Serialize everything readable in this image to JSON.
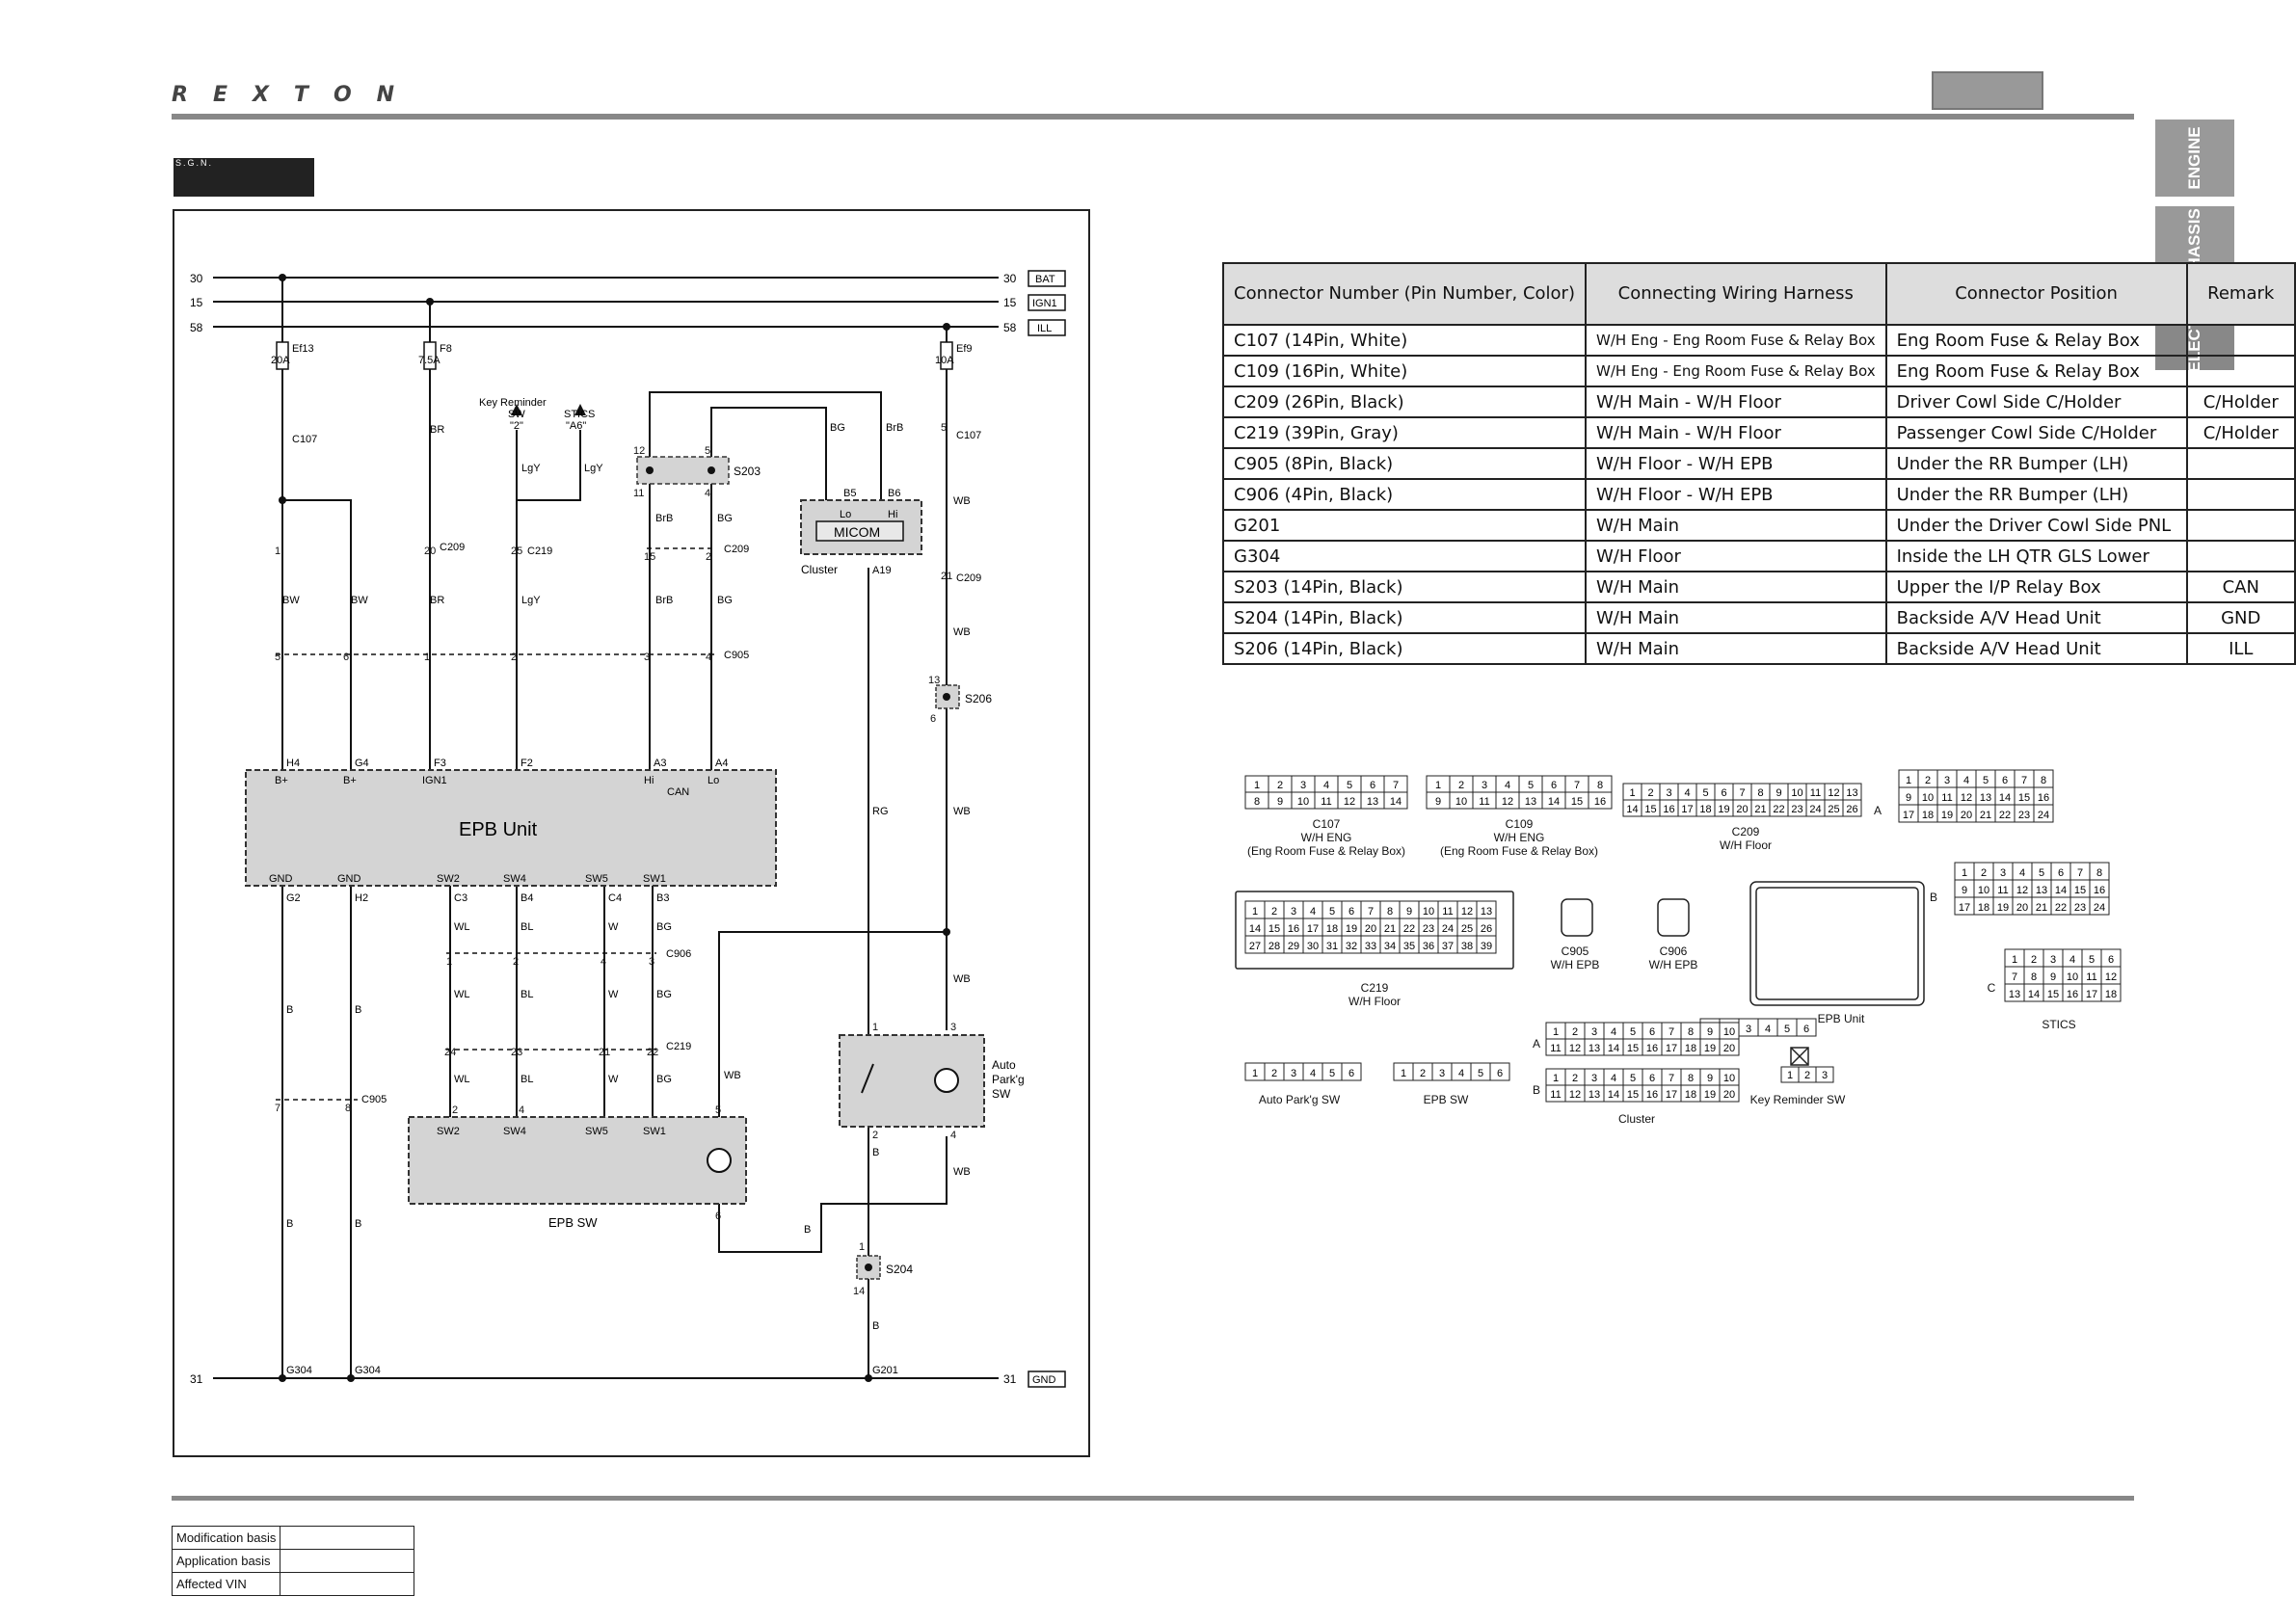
{
  "header": {
    "logo": "REXTON"
  },
  "badge": {
    "label": "S.G.N."
  },
  "side_tabs": [
    {
      "label": "ENGINE"
    },
    {
      "label": "CHASSIS"
    },
    {
      "label": "ELECTRIC"
    }
  ],
  "rails": [
    {
      "num": "30",
      "tag": "BAT"
    },
    {
      "num": "15",
      "tag": "IGN1"
    },
    {
      "num": "58",
      "tag": "ILL"
    },
    {
      "num": "31",
      "tag": "GND"
    }
  ],
  "fuses": {
    "ef13": {
      "name": "Ef13",
      "rating": "20A"
    },
    "f8": {
      "name": "F8",
      "rating": "7.5A"
    },
    "ef9": {
      "name": "Ef9",
      "rating": "10A"
    }
  },
  "components": {
    "key_reminder": {
      "line1": "Key Reminder",
      "line2": "SW",
      "line3": "\"2\""
    },
    "stics": {
      "line1": "STICS",
      "line2": "\"A6\""
    },
    "micom": "MICOM",
    "cluster": "Cluster",
    "epb_unit": "EPB Unit",
    "epb_sw": "EPB SW",
    "auto_park": {
      "line1": "Auto",
      "line2": "Park'g",
      "line3": "SW"
    }
  },
  "splices": {
    "s203": "S203",
    "s206": "S206",
    "s204": "S204"
  },
  "grounds": {
    "g304a": "G304",
    "g304b": "G304",
    "g201": "G201"
  },
  "connectors": {
    "c107": "C107",
    "c109": "C109",
    "c209": "C209",
    "c219": "C219",
    "c905": "C905",
    "c906": "C906"
  },
  "wires": {
    "bw": "BW",
    "br": "BR",
    "lgy": "LgY",
    "brb": "BrB",
    "bg": "BG",
    "wb": "WB",
    "rg": "RG",
    "b": "B",
    "wl": "WL",
    "bl": "BL",
    "w": "W"
  },
  "epb_pins_top": [
    {
      "pin": "H4",
      "name": "B+"
    },
    {
      "pin": "G4",
      "name": "B+"
    },
    {
      "pin": "F3",
      "name": "IGN1"
    },
    {
      "pin": "F2",
      "name": ""
    },
    {
      "pin": "A3",
      "name": "Hi"
    },
    {
      "pin": "A4",
      "name": "Lo"
    }
  ],
  "epb_can": "CAN",
  "epb_pins_bottom": [
    {
      "name": "GND",
      "pin": "G2"
    },
    {
      "name": "GND",
      "pin": "H2"
    },
    {
      "name": "SW2",
      "pin": "C3"
    },
    {
      "name": "SW4",
      "pin": "B4"
    },
    {
      "name": "SW5",
      "pin": "C4"
    },
    {
      "name": "SW1",
      "pin": "B3"
    }
  ],
  "epb_sw_pins": [
    "SW2",
    "SW4",
    "SW5",
    "SW1"
  ],
  "micom_pins": {
    "lo": "Lo",
    "hi": "Hi",
    "b5": "B5",
    "b6": "B6",
    "a19": "A19"
  },
  "table": {
    "headers": [
      "Connector Number (Pin Number, Color)",
      "Connecting Wiring Harness",
      "Connector Position",
      "Remark"
    ],
    "rows": [
      [
        "C107 (14Pin, White)",
        "W/H Eng - Eng Room Fuse & Relay Box",
        "Eng Room Fuse & Relay Box",
        ""
      ],
      [
        "C109 (16Pin, White)",
        "W/H Eng - Eng Room Fuse & Relay Box",
        "Eng Room Fuse & Relay Box",
        ""
      ],
      [
        "C209 (26Pin, Black)",
        "W/H Main - W/H Floor",
        "Driver Cowl Side C/Holder",
        "C/Holder"
      ],
      [
        "C219 (39Pin, Gray)",
        "W/H Main - W/H Floor",
        "Passenger Cowl Side C/Holder",
        "C/Holder"
      ],
      [
        "C905 (8Pin, Black)",
        "W/H Floor - W/H EPB",
        "Under the RR Bumper (LH)",
        ""
      ],
      [
        "C906 (4Pin, Black)",
        "W/H Floor - W/H EPB",
        "Under the RR Bumper (LH)",
        ""
      ],
      [
        "G201",
        "W/H Main",
        "Under the Driver Cowl Side PNL",
        ""
      ],
      [
        "G304",
        "W/H Floor",
        "Inside the LH QTR GLS Lower",
        ""
      ],
      [
        "S203 (14Pin, Black)",
        "W/H Main",
        "Upper the I/P Relay Box",
        "CAN"
      ],
      [
        "S204 (14Pin, Black)",
        "W/H Main",
        "Backside A/V Head Unit",
        "GND"
      ],
      [
        "S206 (14Pin, Black)",
        "W/H Main",
        "Backside A/V Head Unit",
        "ILL"
      ]
    ]
  },
  "pinouts": {
    "c107": {
      "name": "C107",
      "l2": "W/H ENG",
      "l3": "(Eng Room Fuse & Relay Box)"
    },
    "c109": {
      "name": "C109",
      "l2": "W/H ENG",
      "l3": "(Eng Room Fuse & Relay Box)"
    },
    "c209": {
      "name": "C209",
      "l2": "W/H Floor"
    },
    "stics_a": {
      "name": "A"
    },
    "stics_b": {
      "name": "B"
    },
    "stics_c": {
      "name": "C"
    },
    "stics": {
      "name": "STICS"
    },
    "c219": {
      "name": "C219",
      "l2": "W/H Floor"
    },
    "c905": {
      "name": "C905",
      "l2": "W/H EPB"
    },
    "c906": {
      "name": "C906",
      "l2": "W/H EPB"
    },
    "epb_unit": {
      "name": "EPB Unit"
    },
    "cluster": {
      "name": "Cluster",
      "a": "A",
      "b": "B"
    },
    "auto_park": {
      "name": "Auto Park'g SW"
    },
    "epb_sw": {
      "name": "EPB SW"
    },
    "key_rem": {
      "name": "Key Reminder SW"
    }
  },
  "modification": [
    {
      "label": "Modification basis",
      "value": ""
    },
    {
      "label": "Application basis",
      "value": ""
    },
    {
      "label": "Affected VIN",
      "value": ""
    }
  ]
}
